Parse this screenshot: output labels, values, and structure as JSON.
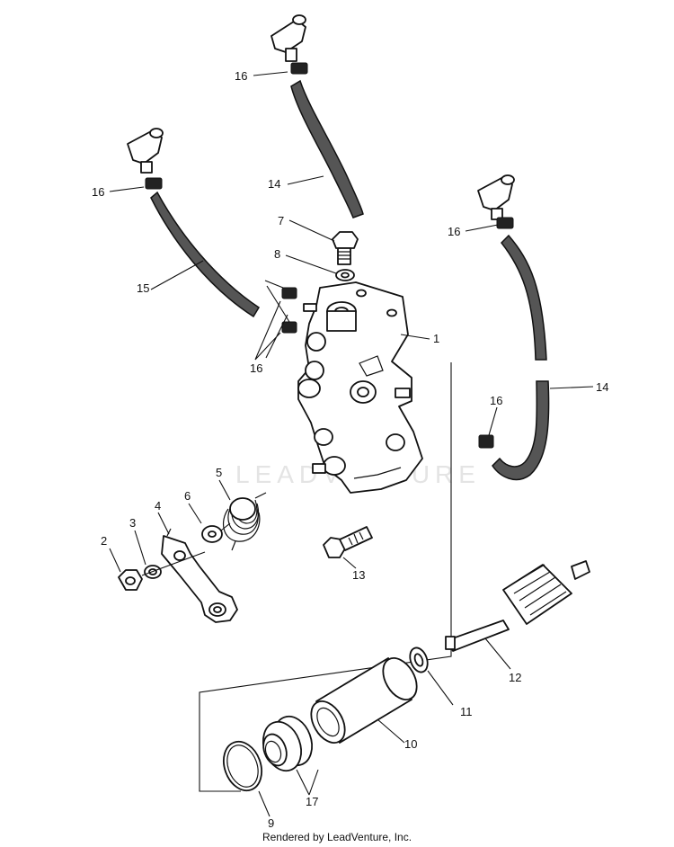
{
  "diagram": {
    "callouts": {
      "c1": "1",
      "c2": "2",
      "c3": "3",
      "c4": "4",
      "c5": "5",
      "c6": "6",
      "c7": "7",
      "c8": "8",
      "c9": "9",
      "c10": "10",
      "c11": "11",
      "c12": "12",
      "c13": "13",
      "c14a": "14",
      "c14b": "14",
      "c15": "15",
      "c16a": "16",
      "c16b": "16",
      "c16c": "16",
      "c16d": "16",
      "c16e": "16",
      "c17": "17"
    },
    "watermark": "LEADVENTURE"
  },
  "footer": {
    "credit": "Rendered by LeadVenture, Inc."
  }
}
